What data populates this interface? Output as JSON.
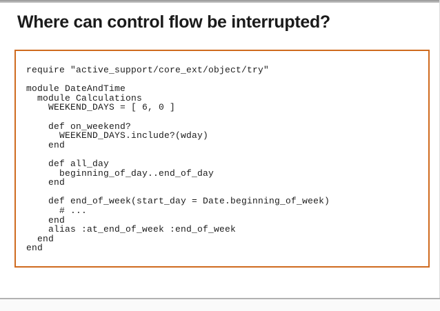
{
  "slide": {
    "title": "Where can control flow be interrupted?",
    "title_color": "#1b1b1b",
    "code_block": {
      "border_color": "#cf6a1e",
      "text_color": "#1c1c1c",
      "language": "ruby",
      "lines": [
        "require \"active_support/core_ext/object/try\"",
        "",
        "module DateAndTime",
        "  module Calculations",
        "    WEEKEND_DAYS = [ 6, 0 ]",
        "",
        "    def on_weekend?",
        "      WEEKEND_DAYS.include?(wday)",
        "    end",
        "",
        "    def all_day",
        "      beginning_of_day..end_of_day",
        "    end",
        "",
        "    def end_of_week(start_day = Date.beginning_of_week)",
        "      # ...",
        "    end",
        "    alias :at_end_of_week :end_of_week",
        "  end",
        "end"
      ]
    }
  }
}
